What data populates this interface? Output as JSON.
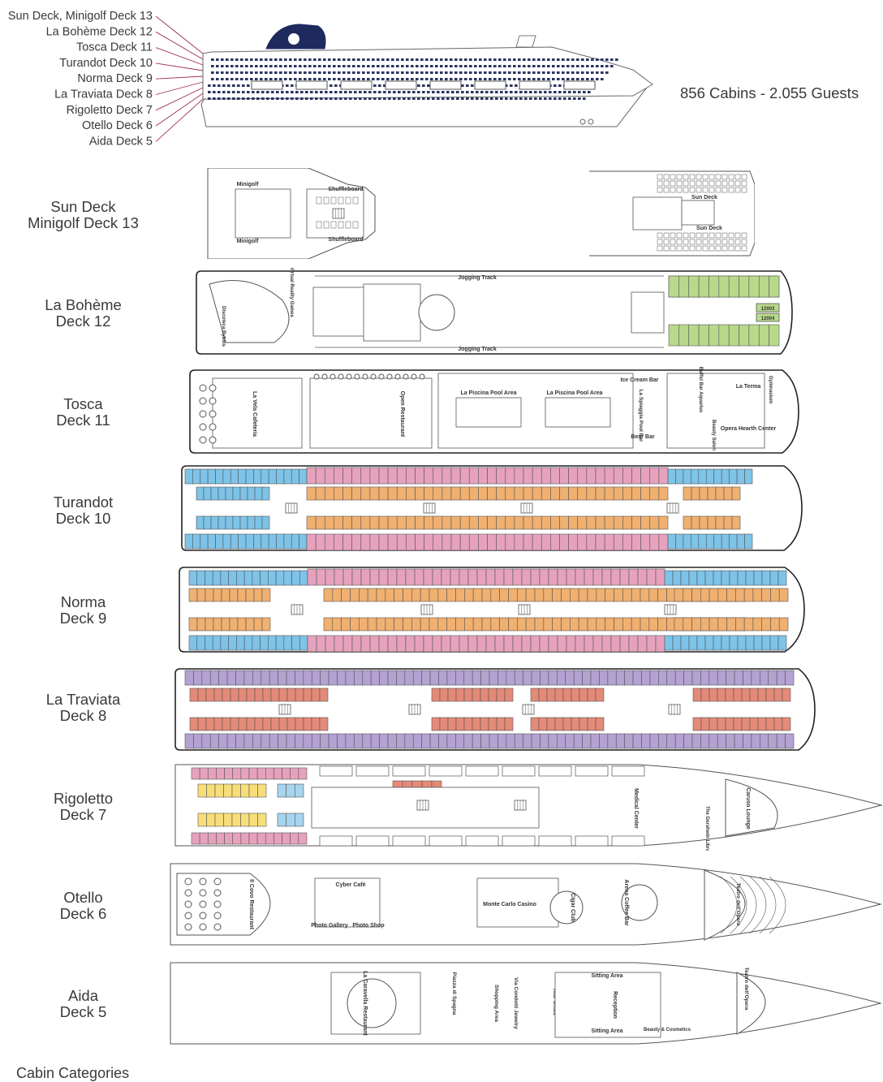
{
  "side_profile": {
    "deck_callouts": [
      "Sun Deck, Minigolf Deck 13",
      "La Bohème Deck 12",
      "Tosca Deck 11",
      "Turandot Deck 10",
      "Norma Deck  9",
      "La Traviata Deck  8",
      "Rigoletto Deck  7",
      "Otello Deck  6",
      "Aida Deck  5"
    ],
    "capacity": "856 Cabins - 2.055 Guests"
  },
  "decks": [
    {
      "id": "13",
      "line1": "Sun Deck",
      "line2": "Minigolf Deck 13",
      "labels": [
        "Minigolf",
        "Minigolf",
        "Shuffleboard",
        "Shuffleboard",
        "Sun Deck",
        "Sun Deck"
      ]
    },
    {
      "id": "12",
      "line1": "La Bohème",
      "line2": "Deck 12",
      "labels": [
        "Jogging Track",
        "Jogging Track",
        "Virtual Reality Games",
        "Discoteca Byblos",
        "12003",
        "12004"
      ]
    },
    {
      "id": "11",
      "line1": "Tosca",
      "line2": "Deck 11",
      "labels": [
        "La Vela Cafeteria",
        "Open Restaurant",
        "La Piscina Pool Area",
        "La Piscina Pool Area",
        "Ice Cream Bar",
        "La Spiaggia Pool Bar",
        "Bear Bar",
        "Buffet Bar Aquarius",
        "La Terma",
        "Gymnasium",
        "Beauty Salon",
        "Opera Hearth Center"
      ]
    },
    {
      "id": "10",
      "line1": "Turandot",
      "line2": "Deck 10",
      "labels": []
    },
    {
      "id": "9",
      "line1": "Norma",
      "line2": "Deck 9",
      "labels": []
    },
    {
      "id": "8",
      "line1": "La Traviata",
      "line2": "Deck 8",
      "labels": []
    },
    {
      "id": "7",
      "line1": "Rigoletto",
      "line2": "Deck 7",
      "labels": [
        "Medical Center",
        "Caruso Lounge",
        "The Gershwin Library"
      ]
    },
    {
      "id": "6",
      "line1": "Otello",
      "line2": "Deck 6",
      "labels": [
        "Cyber Café",
        "Il Covo Restaurant",
        "Photo Gallery",
        "Photo Shop",
        "Monte Carlo Casino",
        "Cigar Club",
        "Arena Coffee Bar",
        "Teatro dell'Opera"
      ]
    },
    {
      "id": "5",
      "line1": "Aida",
      "line2": "Deck 5",
      "labels": [
        "La Caravella Restaurant",
        "Piazza di Spagna",
        "Shopping Area",
        "Via Condotti Jewelry",
        "Tour Office",
        "Sitting Area",
        "Sitting Area",
        "Reception",
        "Beauty & Cosmetics",
        "Teatro dell'Opera"
      ]
    }
  ],
  "colors": {
    "line": "#555555",
    "callout": "#a0304a",
    "green": "#b8d98a",
    "blue": "#7ec3e8",
    "pink": "#e6a2bd",
    "orange": "#f0b070",
    "purple": "#b3a2d2",
    "salmon": "#e48a78",
    "yellow": "#f8de78",
    "lightblue": "#a7d4ee",
    "funnel": "#1e2a5e"
  },
  "footer_cut": "Cabin Categories"
}
